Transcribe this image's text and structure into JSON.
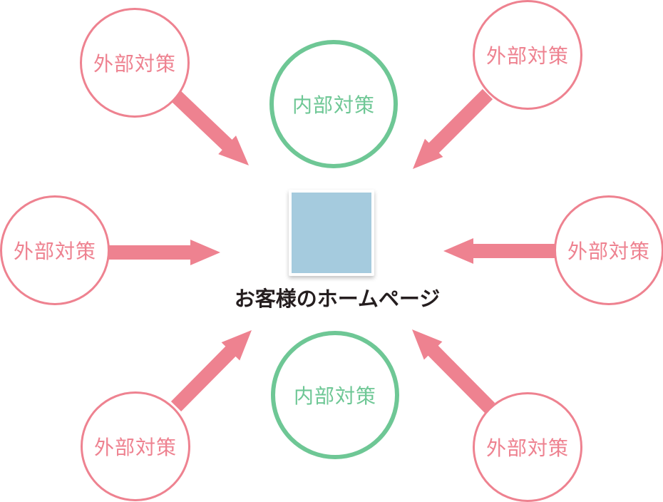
{
  "diagram": {
    "caption": "お客様のホームページ",
    "nodes": [
      {
        "id": "external-top-left",
        "label": "外部対策",
        "type": "external"
      },
      {
        "id": "internal-top",
        "label": "内部対策",
        "type": "internal"
      },
      {
        "id": "external-top-right",
        "label": "外部対策",
        "type": "external"
      },
      {
        "id": "external-left",
        "label": "外部対策",
        "type": "external"
      },
      {
        "id": "external-right",
        "label": "外部対策",
        "type": "external"
      },
      {
        "id": "external-bottom-left",
        "label": "外部対策",
        "type": "external"
      },
      {
        "id": "internal-bottom",
        "label": "内部対策",
        "type": "internal"
      },
      {
        "id": "external-bottom-right",
        "label": "外部対策",
        "type": "external"
      }
    ],
    "arrows": [
      {
        "from": "external-top-left",
        "to": "center",
        "direction": "down-right"
      },
      {
        "from": "external-top-right",
        "to": "center",
        "direction": "down-left"
      },
      {
        "from": "external-left",
        "to": "center",
        "direction": "right"
      },
      {
        "from": "external-right",
        "to": "center",
        "direction": "left"
      },
      {
        "from": "external-bottom-left",
        "to": "center",
        "direction": "up-right"
      },
      {
        "from": "external-bottom-right",
        "to": "center",
        "direction": "up-left"
      }
    ],
    "colors": {
      "external_pink": "#ee8290",
      "internal_green": "#6ec795",
      "square_blue": "#a5cbde",
      "caption_text": "#251e1f"
    }
  }
}
